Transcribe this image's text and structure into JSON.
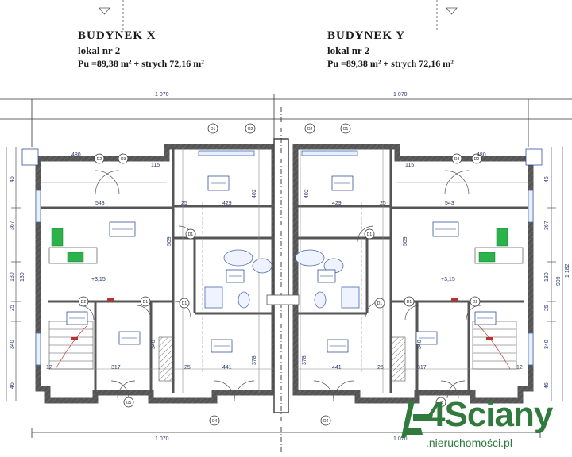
{
  "buildings": [
    {
      "name": "BUDYNEK  X",
      "unit": "lokal  nr 2",
      "area": "Pu =89,38 m² + strych  72,16 m²"
    },
    {
      "name": "BUDYNEK  Y",
      "unit": "lokal  nr 2",
      "area": "Pu =89,38 m² + strych  72,16 m²"
    }
  ],
  "dims": {
    "width_total": "1 070",
    "d480": "480",
    "d115": "115",
    "d543": "543",
    "d429": "429",
    "d402": "402",
    "d509": "509",
    "d315": "+3,15",
    "d340": "340",
    "d317": "317",
    "d441": "441",
    "d378": "378",
    "d25": "25",
    "d12": "12",
    "d46": "46",
    "d367": "367",
    "d130": "130",
    "d1182": "1 182",
    "d999": "999"
  },
  "doors": {
    "d1": "D1",
    "d2": "D2",
    "d3": "D3",
    "o1": "O1",
    "o2": "O2",
    "o3": "O3",
    "o4": "O4",
    "o5": "O5"
  },
  "logo": {
    "main": "4Sciany",
    "sub": ".nieruchomości.pl",
    "color": "#2f7a3c"
  },
  "colors": {
    "wall": "#555555",
    "line": "#333333",
    "dim": "#2a3a6a",
    "green": "#2bb24a",
    "label": "#1a3a8a"
  }
}
